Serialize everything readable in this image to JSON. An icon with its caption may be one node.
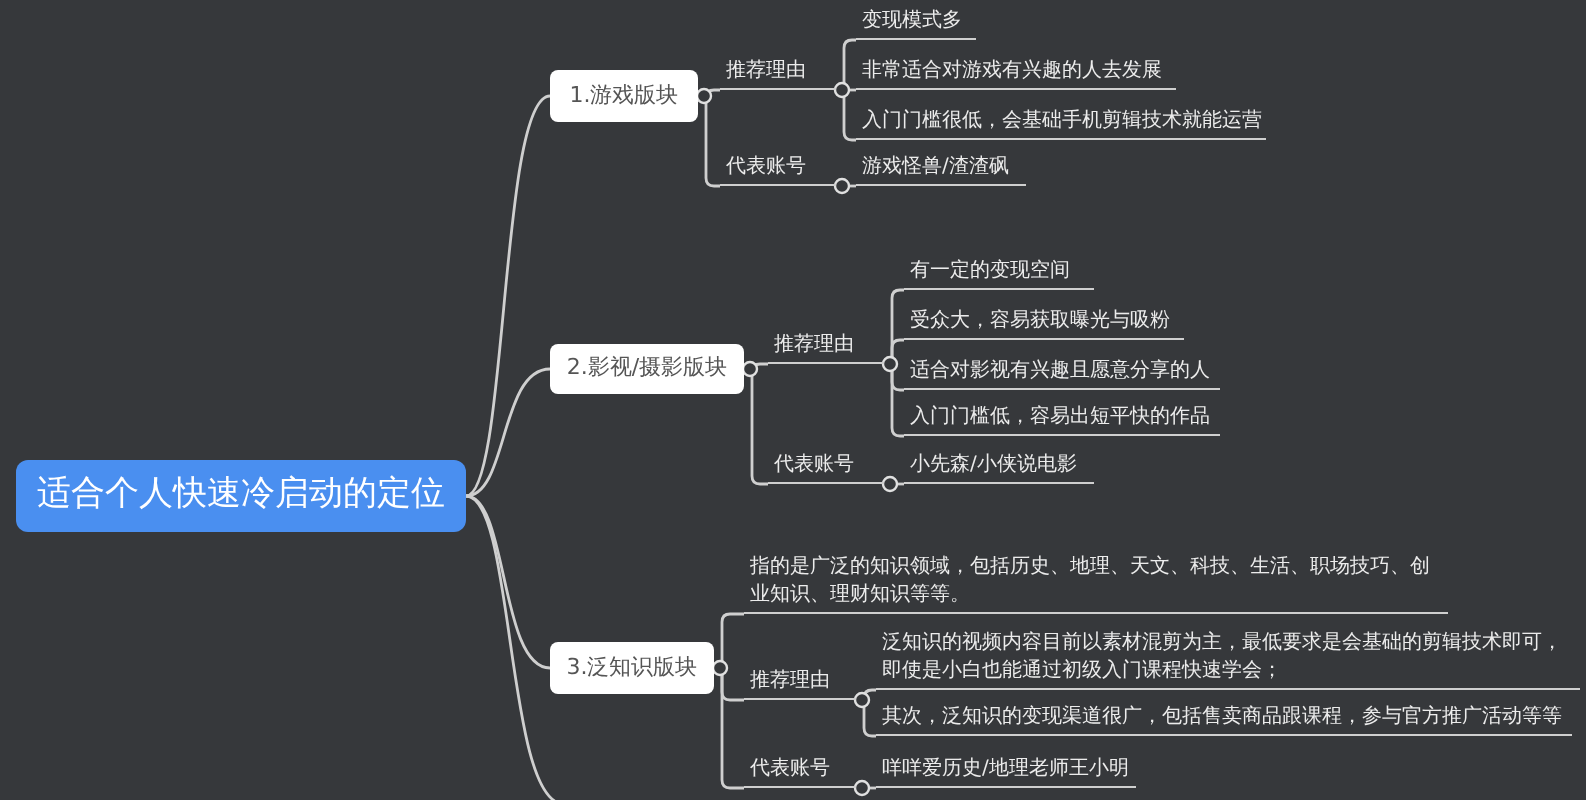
{
  "diagram": {
    "nodes": [
      {
        "text": [
          "适合个人快速冷启动的定位"
        ]
      },
      {
        "text": [
          "1.游戏版块"
        ]
      },
      {
        "text": [
          "推荐理由"
        ]
      },
      {
        "text": [
          "变现模式多"
        ]
      },
      {
        "text": [
          "非常适合对游戏有兴趣的人去发展"
        ]
      },
      {
        "text": [
          "入门门槛很低，会基础手机剪辑技术就能运营"
        ]
      },
      {
        "text": [
          "代表账号"
        ]
      },
      {
        "text": [
          "游戏怪兽/渣渣砜"
        ]
      },
      {
        "text": [
          "2.影视/摄影版块"
        ]
      },
      {
        "text": [
          "推荐理由"
        ]
      },
      {
        "text": [
          "有一定的变现空间"
        ]
      },
      {
        "text": [
          "受众大，容易获取曝光与吸粉"
        ]
      },
      {
        "text": [
          "适合对影视有兴趣且愿意分享的人"
        ]
      },
      {
        "text": [
          "入门门槛低，容易出短平快的作品"
        ]
      },
      {
        "text": [
          "代表账号"
        ]
      },
      {
        "text": [
          "小先森/小侠说电影"
        ]
      },
      {
        "text": [
          "3.泛知识版块"
        ]
      },
      {
        "text": [
          "指的是广泛的知识领域，包括历史、地理、天文、科技、生活、职场技巧、创业知识、理财知识等等。"
        ]
      },
      {
        "text": [
          "推荐理由"
        ]
      },
      {
        "text": [
          "泛知识的视频内容目前以素材混剪为主，最低要求是会基础的剪辑技术即可，即使是小白也能通过初级入门课程快速学会；"
        ]
      },
      {
        "text": [
          "其次，泛知识的变现渠道很广，包括售卖商品跟课程，参与官方推广活动等等"
        ]
      },
      {
        "text": [
          "代表账号"
        ]
      },
      {
        "text": [
          "咩咩爱历史/地理老师王小明"
        ]
      }
    ],
    "edges": [
      {
        "from": 0,
        "to": 1,
        "arrow": "none"
      },
      {
        "from": 0,
        "to": 8,
        "arrow": "none"
      },
      {
        "from": 0,
        "to": 16,
        "arrow": "none"
      },
      {
        "from": 0,
        "to": null,
        "arrow": "none"
      },
      {
        "from": 1,
        "to": 2,
        "arrow": "none"
      },
      {
        "from": 1,
        "to": 6,
        "arrow": "none"
      },
      {
        "from": 2,
        "to": 3,
        "arrow": "none"
      },
      {
        "from": 2,
        "to": 4,
        "arrow": "none"
      },
      {
        "from": 2,
        "to": 5,
        "arrow": "none"
      },
      {
        "from": 6,
        "to": 7,
        "arrow": "none"
      },
      {
        "from": 8,
        "to": 9,
        "arrow": "none"
      },
      {
        "from": 8,
        "to": 14,
        "arrow": "none"
      },
      {
        "from": 9,
        "to": 10,
        "arrow": "none"
      },
      {
        "from": 9,
        "to": 11,
        "arrow": "none"
      },
      {
        "from": 9,
        "to": 12,
        "arrow": "none"
      },
      {
        "from": 9,
        "to": 13,
        "arrow": "none"
      },
      {
        "from": 14,
        "to": 15,
        "arrow": "none"
      },
      {
        "from": 16,
        "to": 17,
        "arrow": "none"
      },
      {
        "from": 16,
        "to": 18,
        "arrow": "none"
      },
      {
        "from": 16,
        "to": 21,
        "arrow": "none"
      },
      {
        "from": 18,
        "to": 19,
        "arrow": "none"
      },
      {
        "from": 18,
        "to": 20,
        "arrow": "none"
      },
      {
        "from": 21,
        "to": 22,
        "arrow": "none"
      }
    ]
  }
}
